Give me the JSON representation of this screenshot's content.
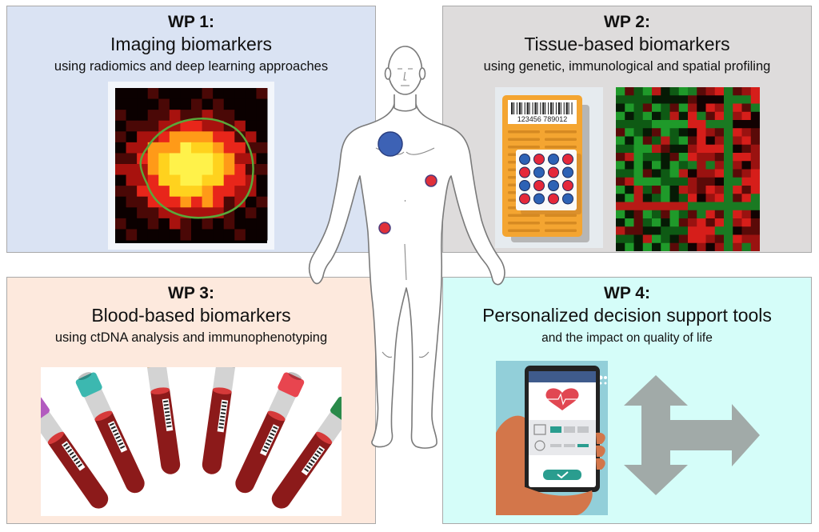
{
  "panels": [
    {
      "id": "wp1",
      "label": "WP 1:",
      "title": "Imaging biomarkers",
      "subtitle": "using radiomics and deep learning approaches",
      "background": "#dae3f3",
      "image": "pet-scan-tumor-heatmap-with-green-contour"
    },
    {
      "id": "wp2",
      "label": "WP 2:",
      "title": "Tissue-based biomarkers",
      "subtitle": "using genetic, immunological and spatial profiling",
      "background": "#dedcdc",
      "image": "tissue-microarray-card-and-gene-expression-heatmap",
      "barcode_text": "123456 789012"
    },
    {
      "id": "wp3",
      "label": "WP 3:",
      "title": "Blood-based biomarkers",
      "subtitle": "using ctDNA analysis and immunophenotyping",
      "background": "#fde9dd",
      "image": "six-blood-sample-tubes",
      "tube_cap_colors": [
        "#b25bbf",
        "#3cb8b0",
        "#f0a54a",
        "#9ea39f",
        "#e8454f",
        "#2a8a4a"
      ]
    },
    {
      "id": "wp4",
      "label": "WP 4:",
      "title": "Personalized decision support tools",
      "subtitle": "and the impact on quality of life",
      "background": "#d5fdf9",
      "image": "hand-holding-health-app-phone-and-decision-arrows"
    }
  ],
  "center_figure": {
    "image": "human-body-outline",
    "markers": [
      {
        "location": "right-chest",
        "color": "#3d62b5",
        "size": "large"
      },
      {
        "location": "left-abdomen",
        "color": "#e0303a",
        "size": "small"
      },
      {
        "location": "right-hip",
        "color": "#e0303a",
        "size": "small"
      }
    ]
  }
}
